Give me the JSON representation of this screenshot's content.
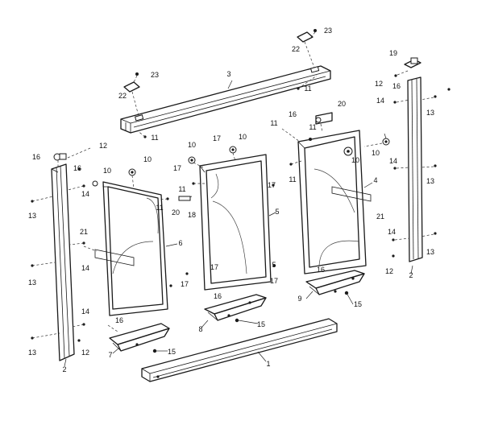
{
  "diagram": {
    "callouts": [
      {
        "id": "l23a",
        "text": "23"
      },
      {
        "id": "l22a",
        "text": "22"
      },
      {
        "id": "l3",
        "text": "3"
      },
      {
        "id": "l23b",
        "text": "23"
      },
      {
        "id": "l22b",
        "text": "22"
      },
      {
        "id": "l11a",
        "text": "11"
      },
      {
        "id": "l11b",
        "text": "11"
      },
      {
        "id": "l19",
        "text": "19"
      },
      {
        "id": "l12a",
        "text": "12"
      },
      {
        "id": "l16a",
        "text": "16"
      },
      {
        "id": "l14a",
        "text": "14"
      },
      {
        "id": "l13a",
        "text": "13"
      },
      {
        "id": "l16b",
        "text": "16"
      },
      {
        "id": "l20a",
        "text": "20"
      },
      {
        "id": "l11c",
        "text": "11"
      },
      {
        "id": "l11d",
        "text": "11"
      },
      {
        "id": "l16c",
        "text": "16"
      },
      {
        "id": "l12b",
        "text": "12"
      },
      {
        "id": "l16d",
        "text": "16"
      },
      {
        "id": "l10a",
        "text": "10"
      },
      {
        "id": "l10b",
        "text": "10"
      },
      {
        "id": "l10c",
        "text": "10"
      },
      {
        "id": "l17a",
        "text": "17"
      },
      {
        "id": "l10d",
        "text": "10"
      },
      {
        "id": "l10e",
        "text": "10"
      },
      {
        "id": "l10f",
        "text": "10"
      },
      {
        "id": "l14b",
        "text": "14"
      },
      {
        "id": "l13b",
        "text": "13"
      },
      {
        "id": "l17b",
        "text": "17"
      },
      {
        "id": "l11e",
        "text": "11"
      },
      {
        "id": "l17c",
        "text": "17"
      },
      {
        "id": "l11f",
        "text": "11"
      },
      {
        "id": "l4",
        "text": "4"
      },
      {
        "id": "l14c",
        "text": "14"
      },
      {
        "id": "l13c",
        "text": "13"
      },
      {
        "id": "l11g",
        "text": "11"
      },
      {
        "id": "l20b",
        "text": "20"
      },
      {
        "id": "l18",
        "text": "18"
      },
      {
        "id": "l5",
        "text": "5"
      },
      {
        "id": "l21a",
        "text": "21"
      },
      {
        "id": "l21b",
        "text": "21"
      },
      {
        "id": "l14d",
        "text": "14"
      },
      {
        "id": "l13d",
        "text": "13"
      },
      {
        "id": "l6",
        "text": "6"
      },
      {
        "id": "l14e",
        "text": "14"
      },
      {
        "id": "l13e",
        "text": "13"
      },
      {
        "id": "l12c",
        "text": "12"
      },
      {
        "id": "l2a",
        "text": "2"
      },
      {
        "id": "l17d",
        "text": "17"
      },
      {
        "id": "l17e",
        "text": "17"
      },
      {
        "id": "l5b",
        "text": "5"
      },
      {
        "id": "l17f",
        "text": "17"
      },
      {
        "id": "l16e",
        "text": "16"
      },
      {
        "id": "l9",
        "text": "9"
      },
      {
        "id": "l15a",
        "text": "15"
      },
      {
        "id": "l16f",
        "text": "16"
      },
      {
        "id": "l8",
        "text": "8"
      },
      {
        "id": "l15b",
        "text": "15"
      },
      {
        "id": "l14f",
        "text": "14"
      },
      {
        "id": "l13f",
        "text": "13"
      },
      {
        "id": "l12d",
        "text": "12"
      },
      {
        "id": "l2b",
        "text": "2"
      },
      {
        "id": "l16g",
        "text": "16"
      },
      {
        "id": "l7",
        "text": "7"
      },
      {
        "id": "l15c",
        "text": "15"
      },
      {
        "id": "l1",
        "text": "1"
      }
    ]
  }
}
